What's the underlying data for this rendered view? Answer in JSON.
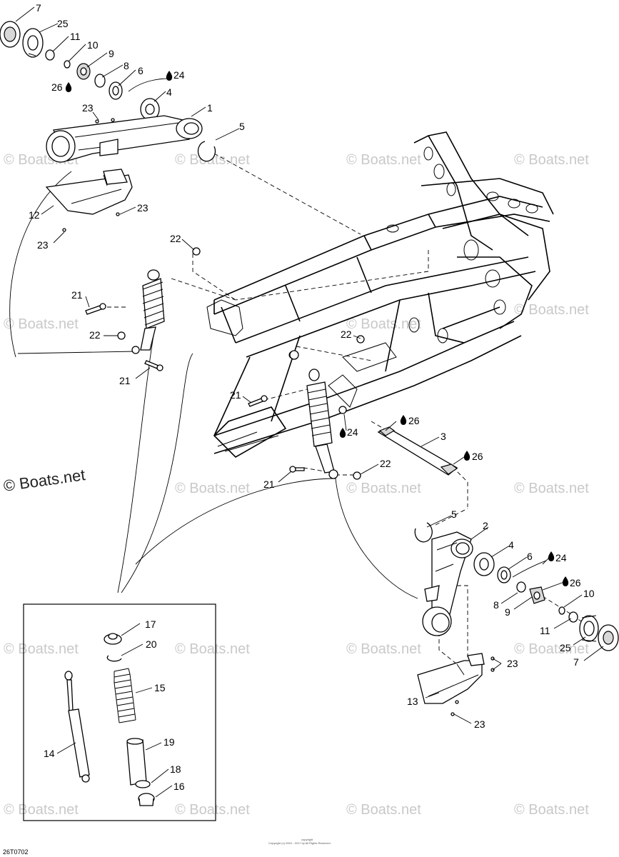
{
  "diagram_code": "26T0702",
  "footer_note_1": "copyright",
  "footer_note_2": "Copyright (c) 2004 - 2017 by All Rights Reserved",
  "watermark_main": "© Boats.net",
  "watermark_faint": "© Boats.net",
  "callouts": [
    {
      "id": "c7a",
      "text": "7"
    },
    {
      "id": "c25a",
      "text": "25"
    },
    {
      "id": "c11a",
      "text": "11"
    },
    {
      "id": "c10a",
      "text": "10"
    },
    {
      "id": "c9a",
      "text": "9"
    },
    {
      "id": "c8a",
      "text": "8"
    },
    {
      "id": "c6a",
      "text": "6"
    },
    {
      "id": "c24a",
      "text": "24"
    },
    {
      "id": "c26a",
      "text": "26"
    },
    {
      "id": "c4a",
      "text": "4"
    },
    {
      "id": "c1",
      "text": "1"
    },
    {
      "id": "c23a",
      "text": "23"
    },
    {
      "id": "c5a",
      "text": "5"
    },
    {
      "id": "c12",
      "text": "12"
    },
    {
      "id": "c23b",
      "text": "23"
    },
    {
      "id": "c23c",
      "text": "23"
    },
    {
      "id": "c22a",
      "text": "22"
    },
    {
      "id": "c21a",
      "text": "21"
    },
    {
      "id": "c22b",
      "text": "22"
    },
    {
      "id": "c21b",
      "text": "21"
    },
    {
      "id": "c22c",
      "text": "22"
    },
    {
      "id": "c21c",
      "text": "21"
    },
    {
      "id": "c26b",
      "text": "26"
    },
    {
      "id": "c24b",
      "text": "24"
    },
    {
      "id": "c3",
      "text": "3"
    },
    {
      "id": "c26c",
      "text": "26"
    },
    {
      "id": "c22d",
      "text": "22"
    },
    {
      "id": "c21d",
      "text": "21"
    },
    {
      "id": "c5b",
      "text": "5"
    },
    {
      "id": "c2",
      "text": "2"
    },
    {
      "id": "c4b",
      "text": "4"
    },
    {
      "id": "c6b",
      "text": "6"
    },
    {
      "id": "c24c",
      "text": "24"
    },
    {
      "id": "c26d",
      "text": "26"
    },
    {
      "id": "c10b",
      "text": "10"
    },
    {
      "id": "c8b",
      "text": "8"
    },
    {
      "id": "c9b",
      "text": "9"
    },
    {
      "id": "c11b",
      "text": "11"
    },
    {
      "id": "c25b",
      "text": "25"
    },
    {
      "id": "c7b",
      "text": "7"
    },
    {
      "id": "c23d",
      "text": "23"
    },
    {
      "id": "c13",
      "text": "13"
    },
    {
      "id": "c23e",
      "text": "23"
    },
    {
      "id": "c17",
      "text": "17"
    },
    {
      "id": "c20",
      "text": "20"
    },
    {
      "id": "c15",
      "text": "15"
    },
    {
      "id": "c14",
      "text": "14"
    },
    {
      "id": "c19",
      "text": "19"
    },
    {
      "id": "c18",
      "text": "18"
    },
    {
      "id": "c16",
      "text": "16"
    }
  ]
}
